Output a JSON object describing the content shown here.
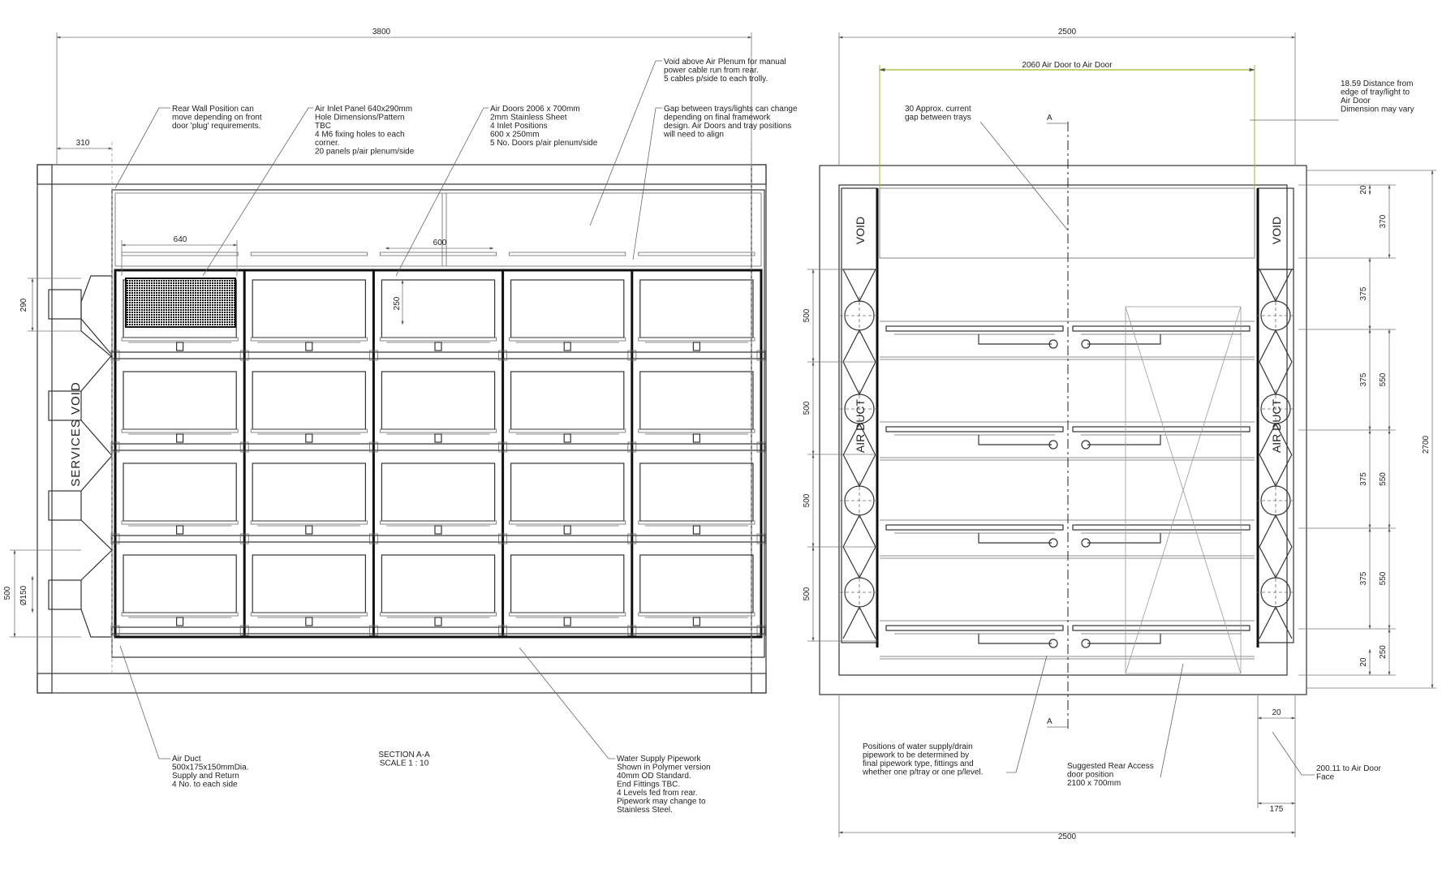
{
  "dimensions": {
    "left_width": "3800",
    "left_offset": "310",
    "panel_width": "640",
    "door_width": "600",
    "door_height": "250",
    "inlet_height": "290",
    "duct_spacing": "500",
    "duct_dia": "Ø150",
    "right_width_top": "2500",
    "right_width_bottom": "2500",
    "air_door_span": "2060 Air Door to Air Door",
    "height_total": "2700",
    "level_spacing": "500",
    "tray_clearance_top": "20",
    "tray_clearance_bottom": "20",
    "void_height": "370",
    "tray_pitch": "375",
    "tray_gap": "550",
    "bottom_height": "250",
    "side_offset": "20",
    "door_face_offset": "175"
  },
  "labels": {
    "services_void": "SERVICES VOID",
    "void": "VOID",
    "air_duct": "AIR DUCT",
    "section_marker": "A"
  },
  "notes": {
    "rear_wall": [
      "Rear Wall Position can",
      "move depending on front",
      "door 'plug' requirements."
    ],
    "air_inlet": [
      "Air Inlet Panel 640x290mm",
      "Hole Dimensions/Pattern",
      "TBC",
      "4 M6 fixing holes to each",
      "corner.",
      "20 panels p/air plenum/side"
    ],
    "air_doors": [
      "Air Doors 2006 x 700mm",
      "2mm Stainless Sheet",
      "4 Inlet Positions",
      "600 x 250mm",
      "5 No. Doors p/air plenum/side"
    ],
    "void_above": [
      "Void above Air Plenum for manual",
      "power cable run from rear.",
      "5 cables p/side to each trolly."
    ],
    "gap_trays": [
      "Gap between trays/lights can change",
      "depending on final framework",
      "design. Air Doors and tray positions",
      "will need to align"
    ],
    "air_duct_note": [
      "Air Duct",
      "500x175x150mmDia.",
      "Supply and Return",
      "4 No. to each side"
    ],
    "section": [
      "SECTION A-A",
      "SCALE 1 : 10"
    ],
    "water_supply": [
      "Water Supply Pipework",
      "Shown in Polymer version",
      "40mm OD Standard.",
      "End Fittings TBC.",
      "4 Levels fed from rear.",
      "",
      "Pipework may change to",
      "Stainless Steel."
    ],
    "gap_current": [
      "30 Approx. current",
      "gap between trays"
    ],
    "distance_tray": [
      "18.59 Distance from",
      "edge of tray/light to",
      "Air Door",
      "Dimension may vary"
    ],
    "water_positions": [
      "Positions of water supply/drain",
      "pipework to be determined by",
      "final pipework type, fittings and",
      "whether one p/tray or one p/level."
    ],
    "rear_access": [
      "Suggested Rear Access",
      "door position",
      "2100 x 700mm"
    ],
    "air_door_face": [
      "200.11 to Air Door",
      "Face"
    ]
  },
  "colors": {
    "line": "#333333",
    "dimension": "#777777",
    "highlight": "#9bbb2f"
  }
}
